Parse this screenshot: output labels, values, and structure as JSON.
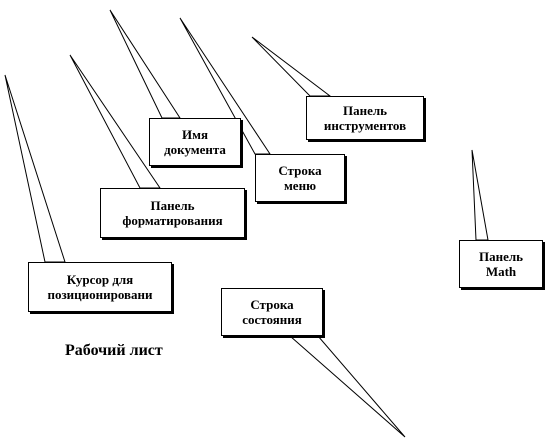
{
  "callouts": {
    "toolbar": [
      "Панель",
      "инструментов"
    ],
    "doc_name": [
      "Имя",
      "документа"
    ],
    "menu_bar": [
      "Строка",
      "меню"
    ],
    "format_panel": [
      "Панель",
      "форматирования"
    ],
    "math_panel": [
      "Панель",
      "Math"
    ],
    "cursor": [
      "Курсор для",
      "позиционировани"
    ],
    "status_bar": [
      "Строка",
      "состояния"
    ]
  },
  "worksheet_label": "Рабочий лист",
  "colors": {
    "line": "#000000",
    "box_fill": "#ffffff",
    "shadow": "#000000"
  }
}
